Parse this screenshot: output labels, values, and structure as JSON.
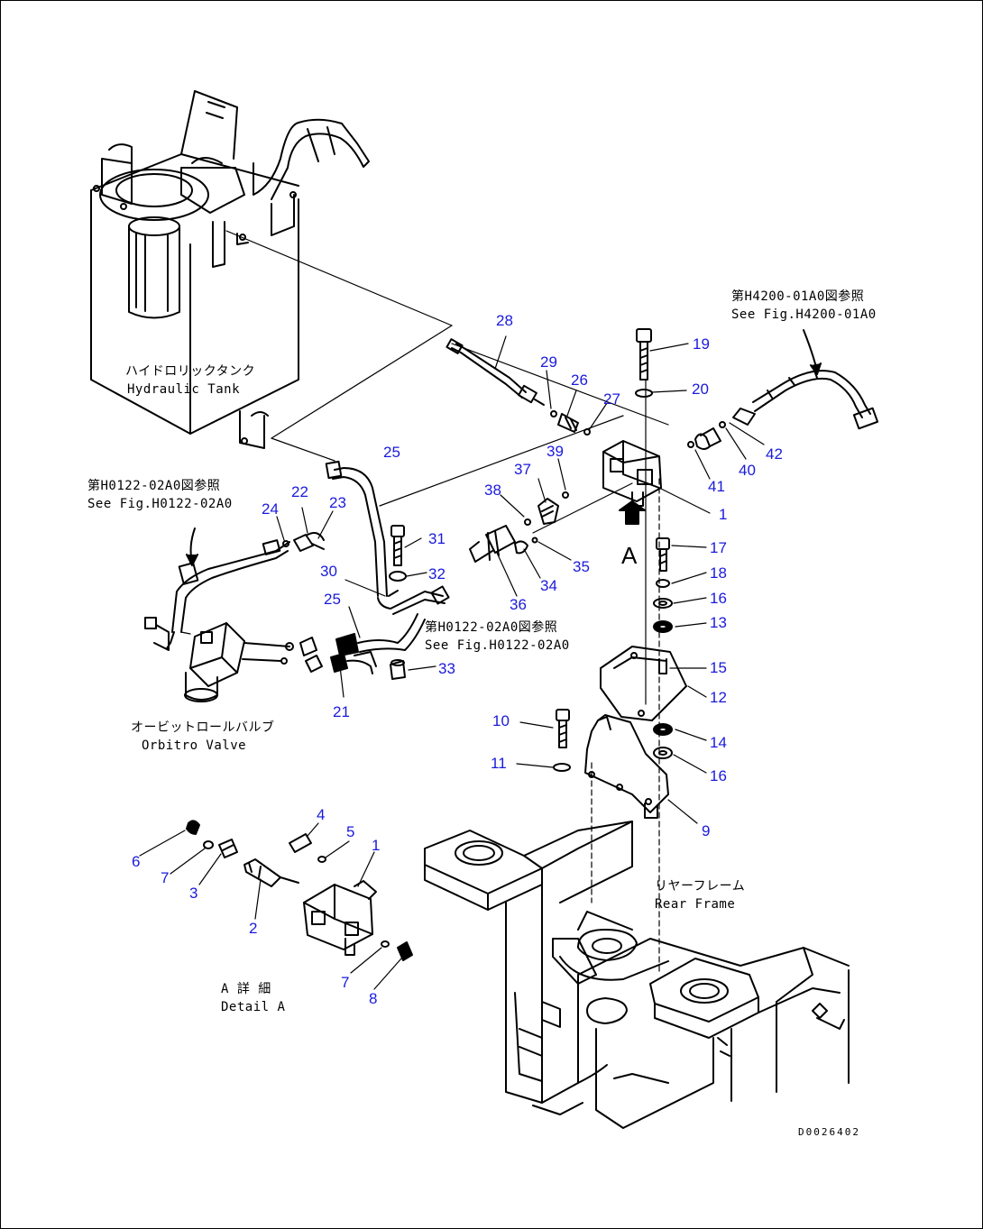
{
  "labels": {
    "tank_jp": "ハイドロリックタンク",
    "tank_en": "Hydraulic Tank",
    "orbitrol_jp": "オービットロールバルブ",
    "orbitrol_en": "Orbitro  Valve",
    "detail_jp": "A 詳 細",
    "detail_en": "Detail A",
    "rear_jp": "リヤーフレーム",
    "rear_en": "Rear Frame",
    "ref_h4200_jp": "第H4200-01A0図参照",
    "ref_h4200_en": "See Fig.H4200-01A0",
    "ref_h0122_left_jp": "第H0122-02A0図参照",
    "ref_h0122_left_en": "See Fig.H0122-02A0",
    "ref_h0122_mid_jp": "第H0122-02A0図参照",
    "ref_h0122_mid_en": "See Fig.H0122-02A0",
    "view_arrow": "A",
    "drawing_code": "D0026402"
  },
  "part_numbers": [
    {
      "id": "p1a",
      "text": "1"
    },
    {
      "id": "p1b",
      "text": "1"
    },
    {
      "id": "p2",
      "text": "2"
    },
    {
      "id": "p3",
      "text": "3"
    },
    {
      "id": "p4",
      "text": "4"
    },
    {
      "id": "p5",
      "text": "5"
    },
    {
      "id": "p6",
      "text": "6"
    },
    {
      "id": "p7a",
      "text": "7"
    },
    {
      "id": "p7b",
      "text": "7"
    },
    {
      "id": "p8",
      "text": "8"
    },
    {
      "id": "p9",
      "text": "9"
    },
    {
      "id": "p10",
      "text": "10"
    },
    {
      "id": "p11",
      "text": "11"
    },
    {
      "id": "p12",
      "text": "12"
    },
    {
      "id": "p13",
      "text": "13"
    },
    {
      "id": "p14",
      "text": "14"
    },
    {
      "id": "p15",
      "text": "15"
    },
    {
      "id": "p16a",
      "text": "16"
    },
    {
      "id": "p16b",
      "text": "16"
    },
    {
      "id": "p17",
      "text": "17"
    },
    {
      "id": "p18",
      "text": "18"
    },
    {
      "id": "p19",
      "text": "19"
    },
    {
      "id": "p20",
      "text": "20"
    },
    {
      "id": "p21",
      "text": "21"
    },
    {
      "id": "p22",
      "text": "22"
    },
    {
      "id": "p23",
      "text": "23"
    },
    {
      "id": "p24",
      "text": "24"
    },
    {
      "id": "p25a",
      "text": "25"
    },
    {
      "id": "p25b",
      "text": "25"
    },
    {
      "id": "p26",
      "text": "26"
    },
    {
      "id": "p27",
      "text": "27"
    },
    {
      "id": "p28",
      "text": "28"
    },
    {
      "id": "p29",
      "text": "29"
    },
    {
      "id": "p30",
      "text": "30"
    },
    {
      "id": "p31",
      "text": "31"
    },
    {
      "id": "p32",
      "text": "32"
    },
    {
      "id": "p33",
      "text": "33"
    },
    {
      "id": "p34",
      "text": "34"
    },
    {
      "id": "p35",
      "text": "35"
    },
    {
      "id": "p36",
      "text": "36"
    },
    {
      "id": "p37",
      "text": "37"
    },
    {
      "id": "p38",
      "text": "38"
    },
    {
      "id": "p39",
      "text": "39"
    },
    {
      "id": "p40",
      "text": "40"
    },
    {
      "id": "p41",
      "text": "41"
    },
    {
      "id": "p42",
      "text": "42"
    }
  ]
}
